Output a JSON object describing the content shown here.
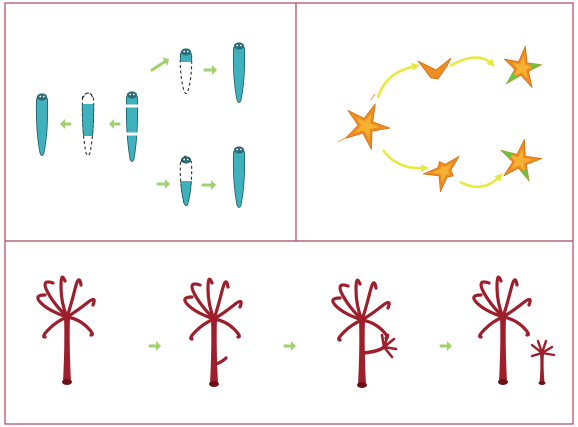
{
  "colors": {
    "frame": "#a8485a",
    "planarian_body": "#3fb1bd",
    "planarian_head": "#2d6b77",
    "planarian_outline": "#1b5b66",
    "starfish_orange": "#ef8c22",
    "starfish_yellow": "#f6ba36",
    "starfish_green": "#71c13c",
    "cycle_arrow": "#e9e93c",
    "progress_arrow": "#9fd36a",
    "hydra_body": "#9c1f2b",
    "hydra_base": "#6e0f18"
  },
  "panels": [
    {
      "id": "planarian-regeneration",
      "icons": [
        "planarian-icon"
      ]
    },
    {
      "id": "starfish-regeneration",
      "icons": [
        "starfish-icon"
      ]
    },
    {
      "id": "hydra-budding",
      "icons": [
        "hydra-icon"
      ]
    }
  ]
}
